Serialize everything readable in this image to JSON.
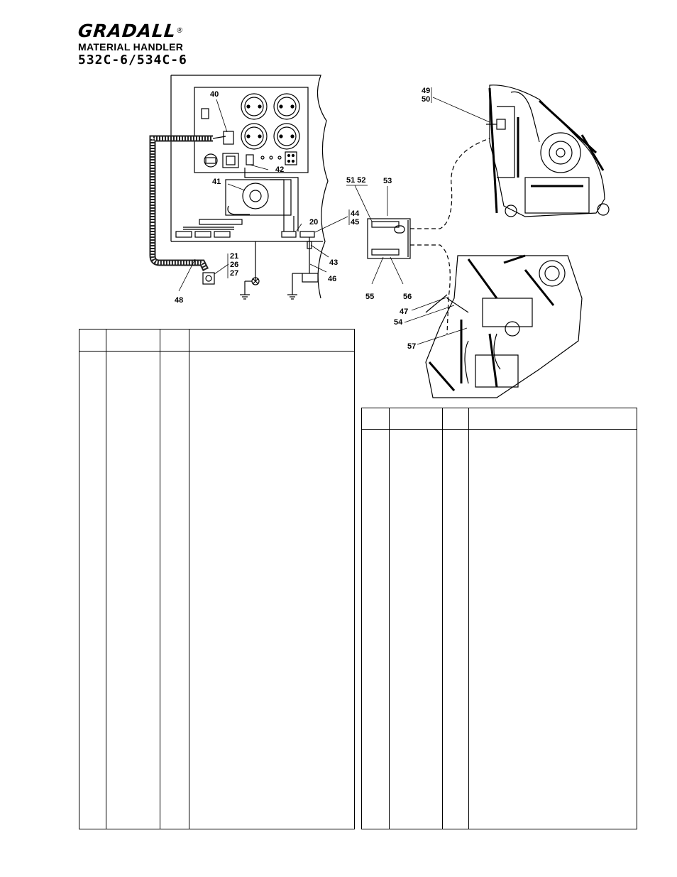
{
  "header": {
    "brand": "GRADALL",
    "registered_mark": "®",
    "subtitle": "MATERIAL HANDLER",
    "model": "532C-6/534C-6"
  },
  "callouts": {
    "c40": "40",
    "c41": "41",
    "c42": "42",
    "c20": "20",
    "c44": "44",
    "c45": "45",
    "c43": "43",
    "c46": "46",
    "c21": "21",
    "c26": "26",
    "c27": "27",
    "c48": "48",
    "c49": "49",
    "c50": "50",
    "c51_52": "51 52",
    "c53": "53",
    "c55": "55",
    "c56": "56",
    "c47": "47",
    "c54": "54",
    "c57": "57"
  },
  "tables": {
    "left": {
      "columns": 4,
      "rows": []
    },
    "right": {
      "columns": 4,
      "rows": []
    }
  }
}
